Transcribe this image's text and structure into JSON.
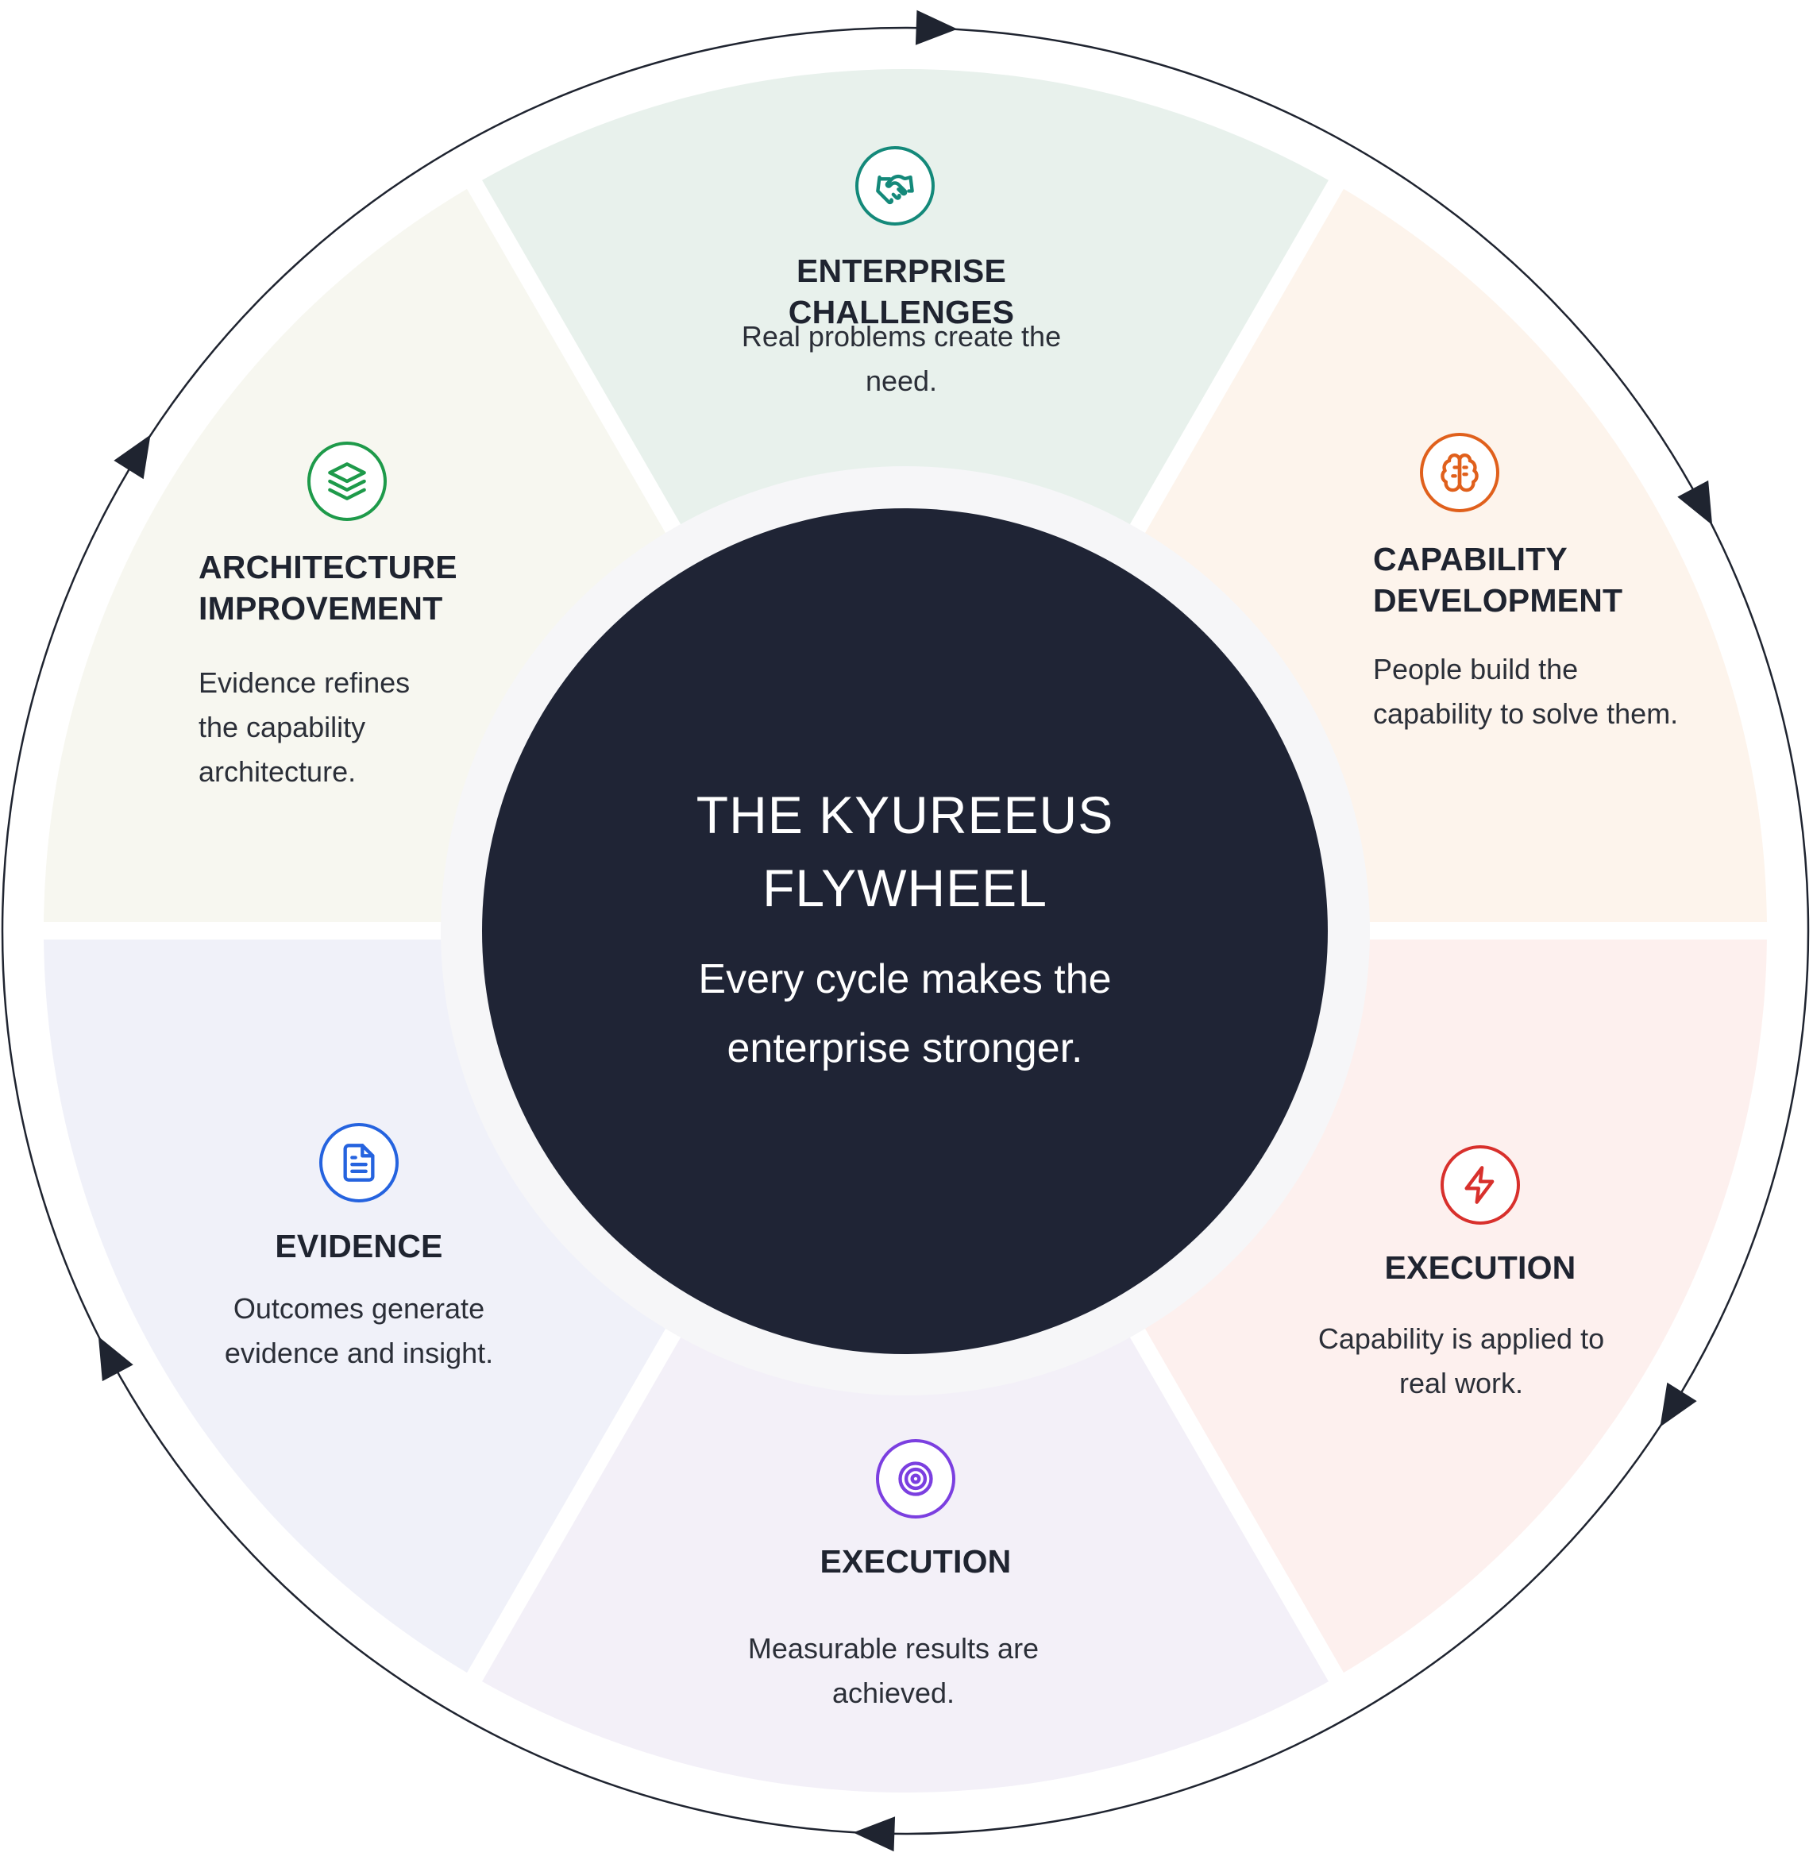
{
  "colors": {
    "center_fill": "#1f2435",
    "ring_stroke": "#1f2430"
  },
  "center": {
    "title_lines": [
      "THE KYUREEUS",
      "FLYWHEEL"
    ],
    "subtitle_lines": [
      "Every cycle makes the",
      "enterprise stronger."
    ]
  },
  "segments": [
    {
      "id": "enterprise-challenges",
      "title_lines": [
        "ENTERPRISE CHALLENGES"
      ],
      "desc_lines": [
        "Real problems create the",
        "need."
      ],
      "icon": "handshake-icon",
      "accent": "#14897a",
      "fill": "#e8f1ec"
    },
    {
      "id": "capability-development",
      "title_lines": [
        "CAPABILITY",
        "DEVELOPMENT"
      ],
      "desc_lines": [
        "People build the",
        "capability to solve them."
      ],
      "icon": "brain-icon",
      "accent": "#e0601c",
      "fill": "#fdf4ec"
    },
    {
      "id": "execution-applied",
      "title_lines": [
        "EXECUTION"
      ],
      "desc_lines": [
        "Capability is applied to",
        "real work."
      ],
      "icon": "lightning-icon",
      "accent": "#d8302c",
      "fill": "#fdf0ee"
    },
    {
      "id": "execution-results",
      "title_lines": [
        "EXECUTION"
      ],
      "desc_lines": [
        "Measurable results are",
        "achieved."
      ],
      "icon": "target-icon",
      "accent": "#7b3fe0",
      "fill": "#f3f0f8"
    },
    {
      "id": "evidence",
      "title_lines": [
        "EVIDENCE"
      ],
      "desc_lines": [
        "Outcomes generate",
        "evidence and insight."
      ],
      "icon": "document-icon",
      "accent": "#2563df",
      "fill": "#f0f1f9"
    },
    {
      "id": "architecture-improvement",
      "title_lines": [
        "ARCHITECTURE",
        "IMPROVEMENT"
      ],
      "desc_lines": [
        "Evidence refines",
        "the capability",
        "architecture."
      ],
      "icon": "layers-icon",
      "accent": "#1e9a4a",
      "fill": "#f7f7f0"
    }
  ]
}
